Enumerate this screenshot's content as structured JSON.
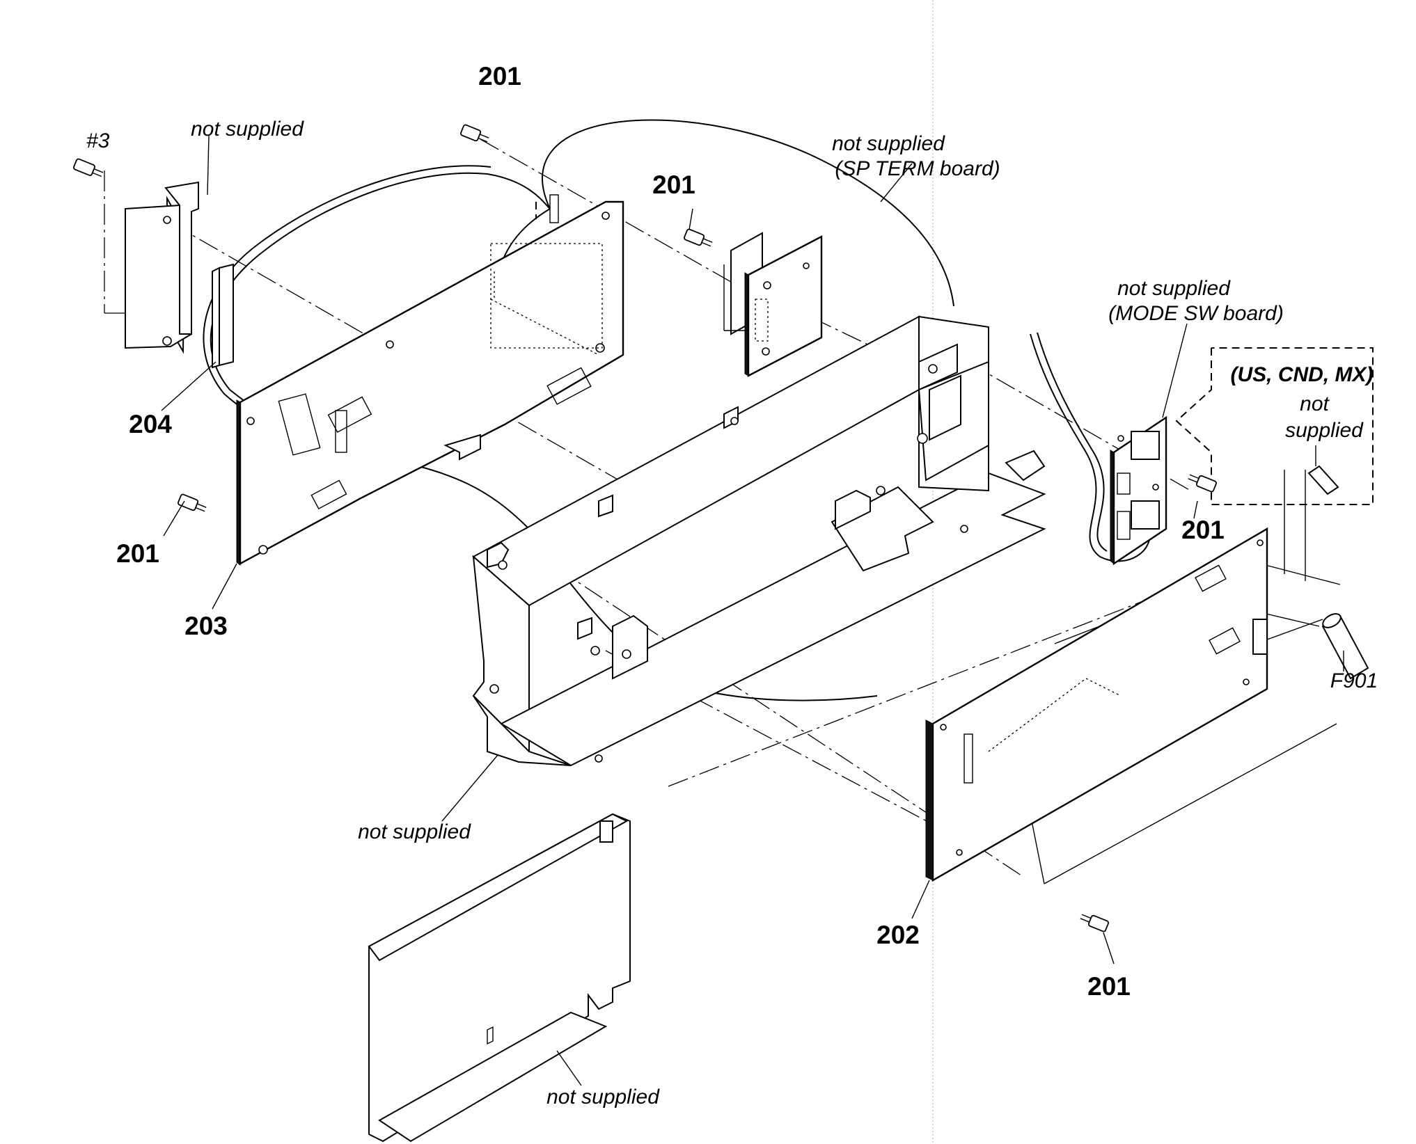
{
  "labels": {
    "screw_201": "201",
    "board_202": "202",
    "board_203": "203",
    "part_204": "204",
    "screw_3": "#3",
    "fuse_f901": "F901",
    "not_supplied": "not supplied",
    "sp_term_board": "(SP TERM board)",
    "mode_sw_board": "(MODE SW board)",
    "region_note": "(US, CND, MX)",
    "not_word": "not",
    "supplied_word": "supplied"
  }
}
